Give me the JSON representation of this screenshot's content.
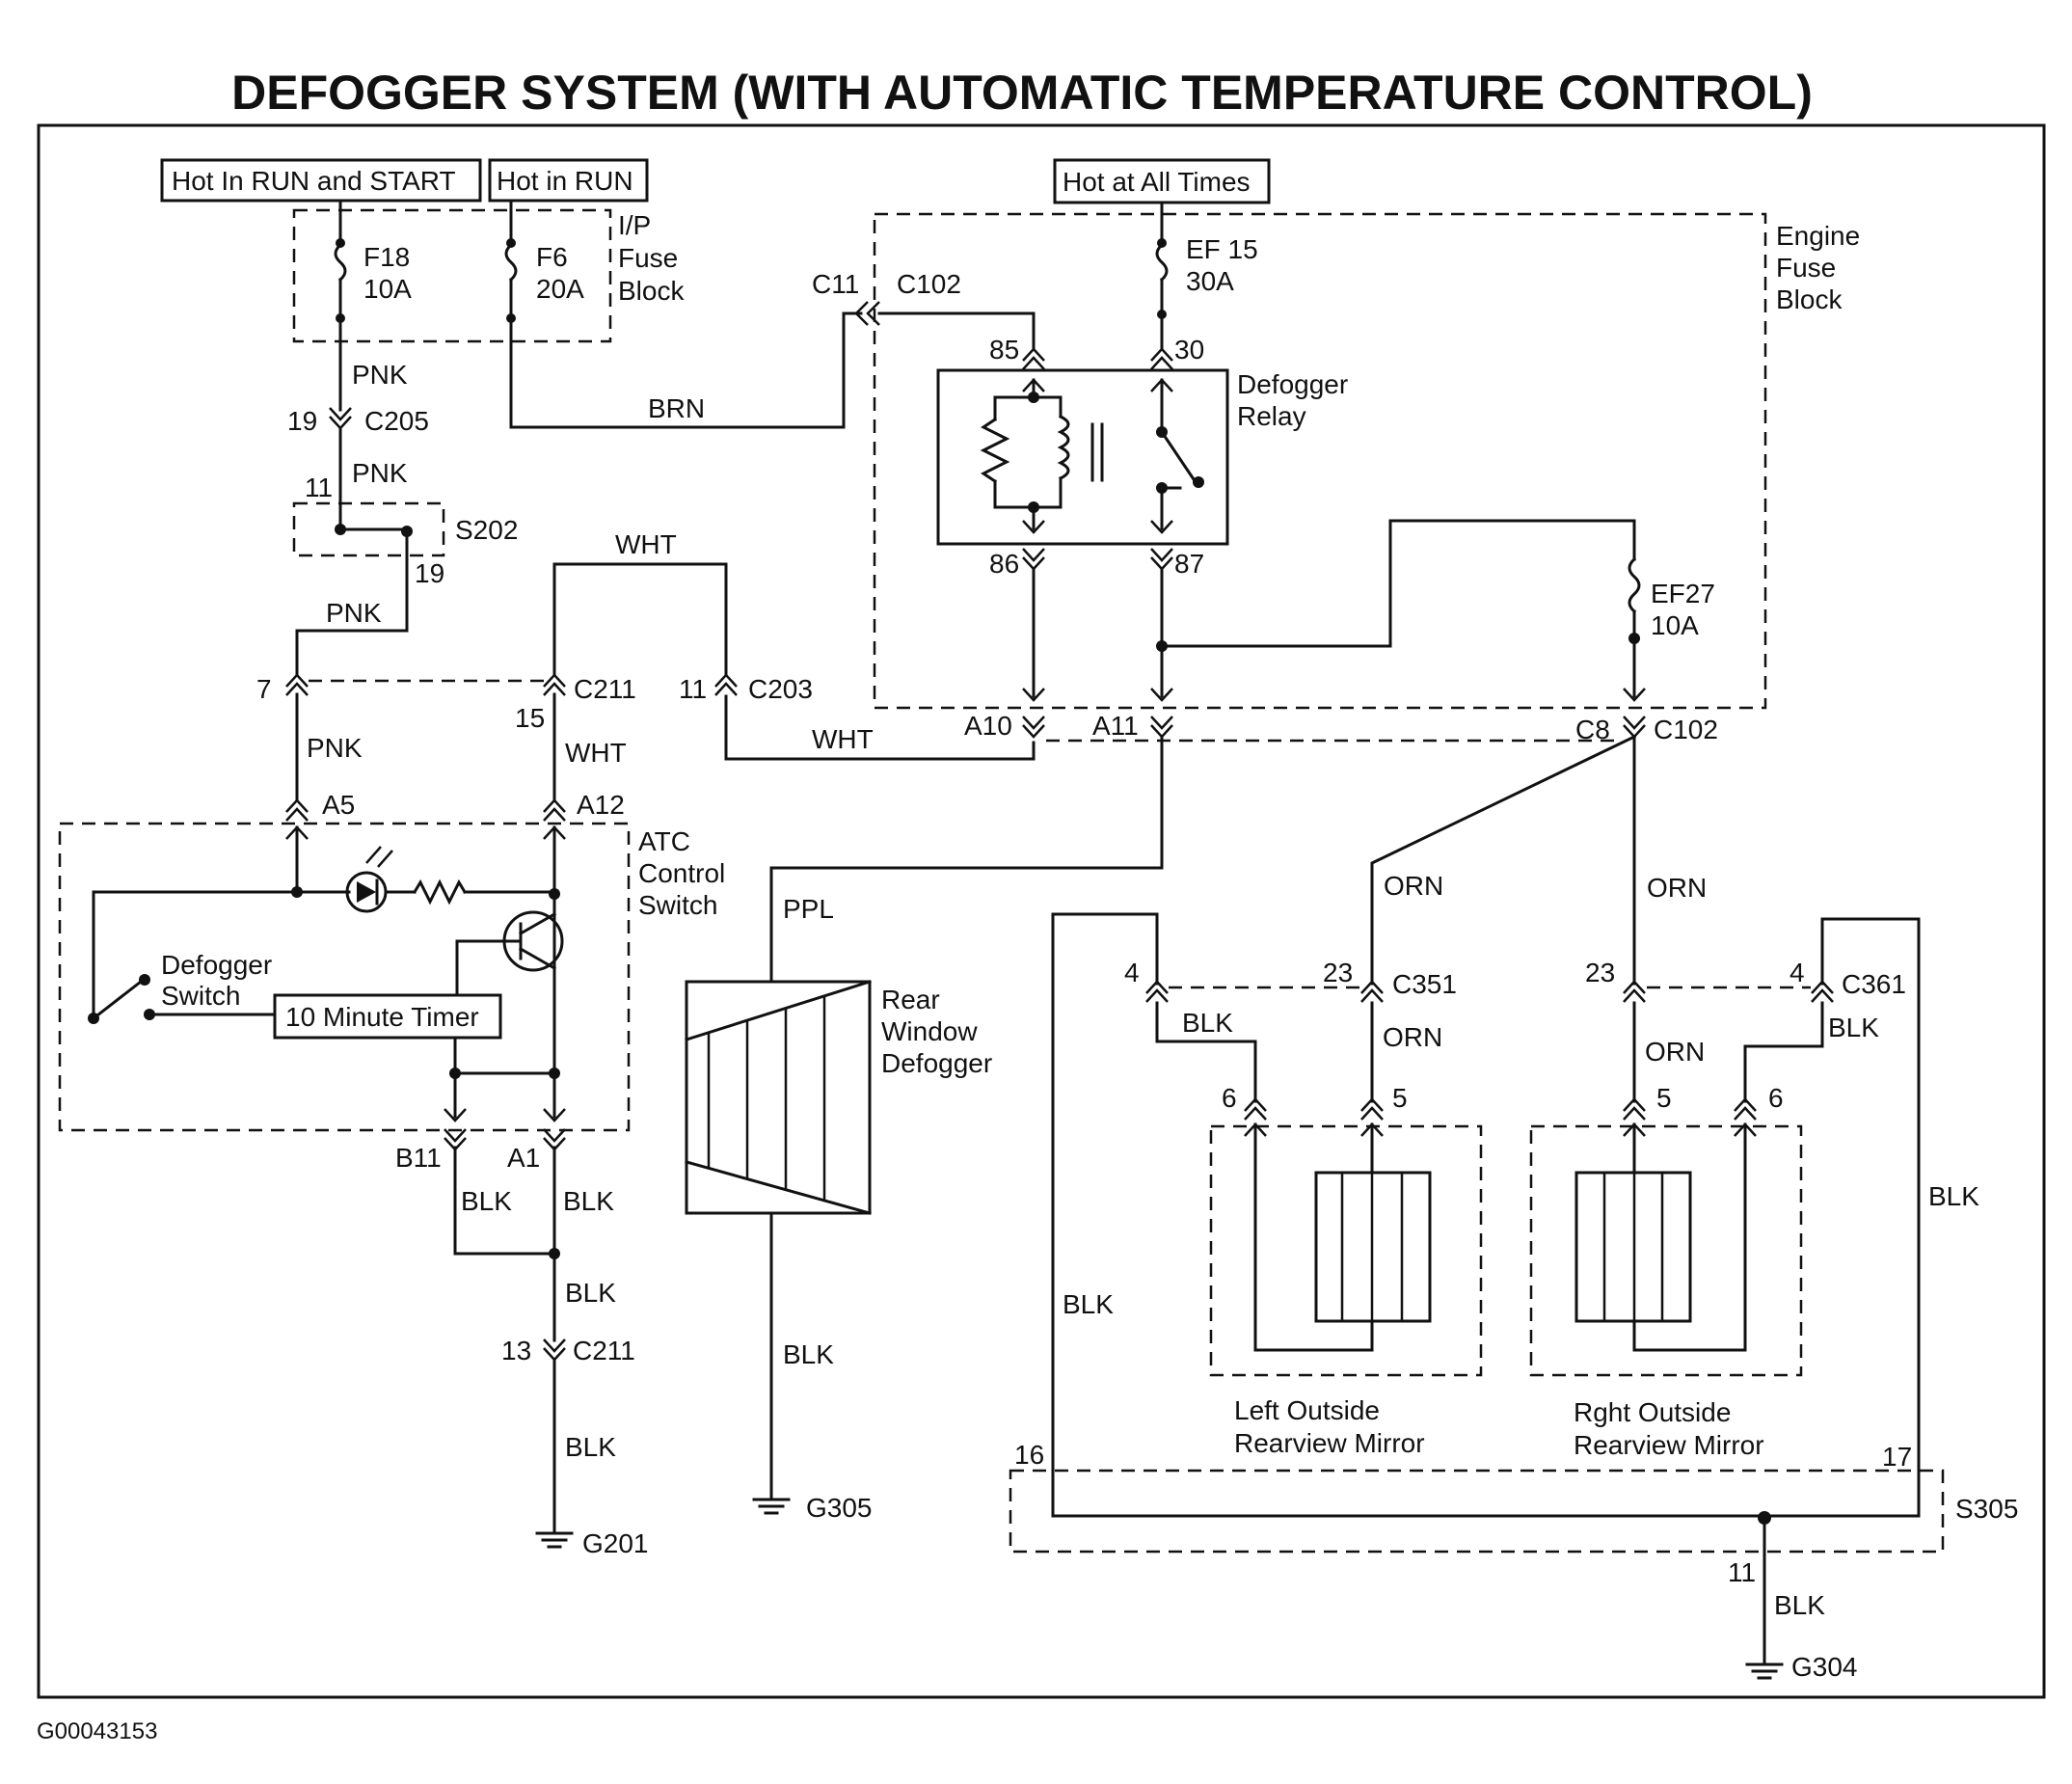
{
  "title": "DEFOGGER SYSTEM (WITH AUTOMATIC TEMPERATURE CONTROL)",
  "figure_id": "G00043153",
  "power": {
    "hot_run_start": "Hot In RUN and START",
    "hot_run": "Hot in RUN",
    "hot_all": "Hot at All Times"
  },
  "ip_fuse_block": {
    "line1": "I/P",
    "line2": "Fuse",
    "line3": "Block",
    "f18": "F18",
    "f18_amp": "10A",
    "f6": "F6",
    "f6_amp": "20A"
  },
  "engine_fuse_block": {
    "line1": "Engine",
    "line2": "Fuse",
    "line3": "Block",
    "ef15": "EF 15",
    "ef15_amp": "30A",
    "ef27": "EF27",
    "ef27_amp": "10A"
  },
  "relay": {
    "line1": "Defogger",
    "line2": "Relay",
    "p85": "85",
    "p30": "30",
    "p86": "86",
    "p87": "87"
  },
  "connectors": {
    "c11": "C11",
    "c102": "C102",
    "c205": "C205",
    "c205_pin": "19",
    "s202": "S202",
    "s202_in": "11",
    "s202_out": "19",
    "pin7": "7",
    "c211": "C211",
    "c211_pin": "15",
    "c203_pin": "11",
    "c203": "C203",
    "a10": "A10",
    "a11": "A11",
    "c8": "C8",
    "c102b": "C102",
    "a5": "A5",
    "a12": "A12",
    "b11": "B11",
    "a1": "A1",
    "c211b_pin": "13",
    "c211b": "C211",
    "c351_pin4": "4",
    "c351_pin23": "23",
    "c351": "C351",
    "c361_pin23": "23",
    "c361_pin4": "4",
    "c361": "C361",
    "lm_pin6": "6",
    "lm_pin5": "5",
    "rm_pin5": "5",
    "rm_pin6": "6",
    "s305": "S305",
    "s305_16": "16",
    "s305_17": "17",
    "g304_pin": "11"
  },
  "wires": {
    "pnk": "PNK",
    "brn": "BRN",
    "wht": "WHT",
    "ppl": "PPL",
    "blk": "BLK",
    "orn": "ORN"
  },
  "atc": {
    "line1": "ATC",
    "line2": "Control",
    "line3": "Switch",
    "switch1": "Defogger",
    "switch2": "Switch",
    "timer": "10 Minute Timer"
  },
  "rear_defogger": {
    "line1": "Rear",
    "line2": "Window",
    "line3": "Defogger"
  },
  "left_mirror": {
    "line1": "Left Outside",
    "line2": "Rearview Mirror"
  },
  "right_mirror": {
    "line1": "Rght Outside",
    "line2": "Rearview Mirror"
  },
  "grounds": {
    "g201": "G201",
    "g305": "G305",
    "g304": "G304"
  }
}
